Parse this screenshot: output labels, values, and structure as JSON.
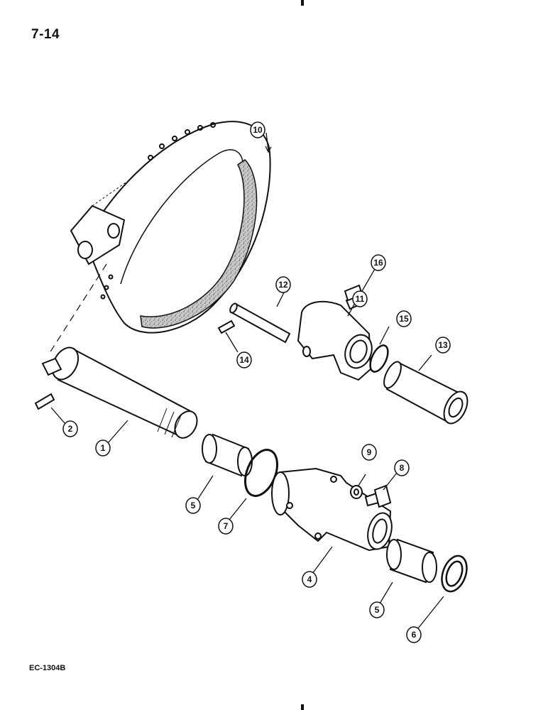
{
  "page": {
    "number": "7-14",
    "drawing_code": "EC-1304B"
  },
  "callouts": {
    "c1": "1",
    "c2": "2",
    "c4": "4",
    "c5a": "5",
    "c5b": "5",
    "c6": "6",
    "c7": "7",
    "c8": "8",
    "c9": "9",
    "c10": "10",
    "c11": "11",
    "c12": "12",
    "c13": "13",
    "c14": "14",
    "c15": "15",
    "c16": "16"
  },
  "colors": {
    "ink": "#111111",
    "paper": "#ffffff",
    "lining": "#b8b8b8"
  }
}
